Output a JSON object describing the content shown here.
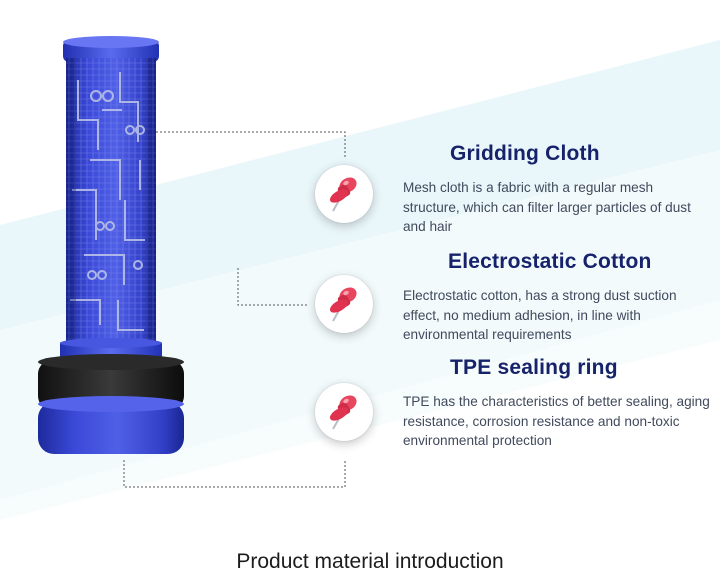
{
  "features": [
    {
      "icon": "push-pin-icon",
      "title": "Gridding Cloth",
      "description": "Mesh cloth is a fabric with a regular mesh structure, which can filter larger particles of dust and hair"
    },
    {
      "icon": "push-pin-icon",
      "title": "Electrostatic Cotton",
      "description": "Electrostatic cotton, has a strong dust suction effect, no medium adhesion, in line with environmental requirements"
    },
    {
      "icon": "push-pin-icon",
      "title": "TPE sealing ring",
      "description": "TPE has the characteristics of better sealing, aging resistance, corrosion resistance and non-toxic environmental protection"
    }
  ],
  "caption": "Product material introduction",
  "colors": {
    "title": "#16226a",
    "body_text": "#404a5c",
    "filter_blue": "#3845d6",
    "mesh_line": "#b8c0e8",
    "seal_ring": "#1e1e1e",
    "pin_red": "#e0334f",
    "background_band": "#e4f3f8"
  }
}
